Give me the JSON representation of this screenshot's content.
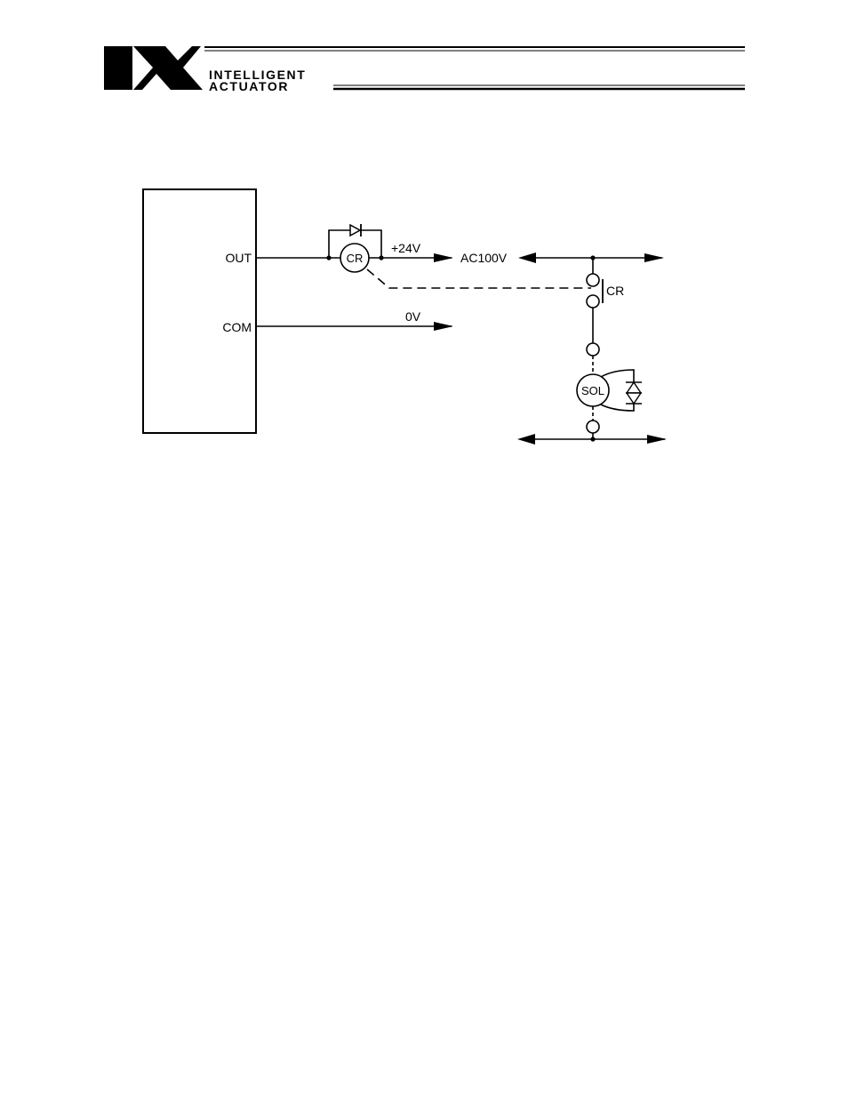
{
  "header": {
    "logo_mark": "IX",
    "logo_line1": "INTELLIGENT",
    "logo_line2": "ACTUATOR"
  },
  "diagram": {
    "terminals": {
      "out": "OUT",
      "com": "COM"
    },
    "relay_coil": "CR",
    "relay_contact": "CR",
    "supply_positive": "+24V",
    "supply_zero": "0V",
    "ac_supply": "AC100V",
    "solenoid": "SOL"
  }
}
